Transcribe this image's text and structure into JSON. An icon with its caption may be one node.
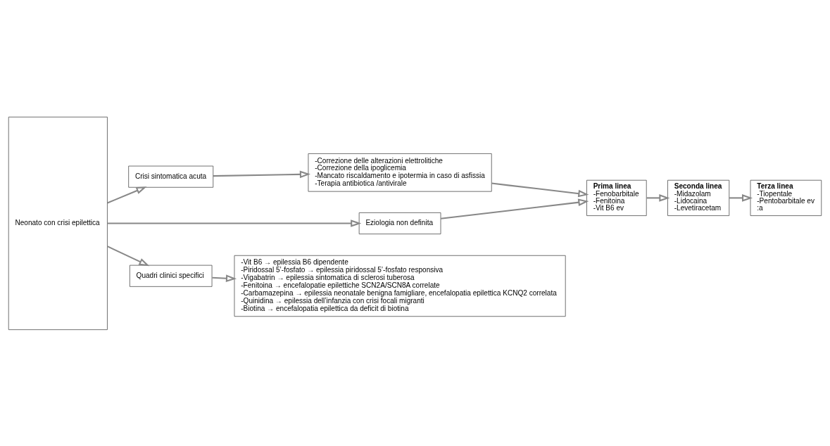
{
  "diagram": {
    "nodes": [
      {
        "text": [
          "Neonato con crisi epilettica"
        ]
      },
      {
        "text": [
          "Crisi sintomatica acuta"
        ]
      },
      {
        "text": [
          "Eziologia non definita"
        ]
      },
      {
        "text": [
          "Quadri clinici specifici"
        ]
      },
      {
        "text": [
          "-Correzione delle alterazioni elettrolitiche",
          "-Correzione della ipoglicemia",
          "-Mancato riscaldamento e ipotermia in caso di asfissia",
          "-Terapia antibiotica /antivirale"
        ]
      },
      {
        "text": [
          "Prima linea",
          "-Fenobarbitale",
          "-Fenitoina",
          "-Vit B6 ev"
        ]
      },
      {
        "text": [
          "Seconda linea",
          "-Midazolam",
          "-Lidocaina",
          "-Levetiracetam"
        ]
      },
      {
        "text": [
          "Terza linea",
          "-Tiopentale",
          "-Pentobarbitale ev",
          ":a"
        ]
      },
      {
        "text": [
          "-Vit B6 → epilessia B6 dipendente",
          "-Piridossal 5’-fosfato → epilessia piridossal 5’-fosfato responsiva",
          "-Vigabatrin → epilessia sintomatica di sclerosi tuberosa",
          "-Fenitoina → encefalopatie epilettiche SCN2A/SCN8A correlate",
          "-Carbamazepina → epilessia neonatale benigna famigliare, encefalopatia epilettica KCNQ2 correlata",
          "-Quinidina → epilessia dell’infanzia con crisi focali migranti",
          "-Biotina → encefalopatia epilettica da deficit di biotina"
        ]
      }
    ],
    "edges": [
      {
        "from": 0,
        "to": 1,
        "arrow": "to"
      },
      {
        "from": 0,
        "to": 2,
        "arrow": "to"
      },
      {
        "from": 0,
        "to": 3,
        "arrow": "to"
      },
      {
        "from": 1,
        "to": 4,
        "arrow": "to"
      },
      {
        "from": 2,
        "to": 5,
        "arrow": "to"
      },
      {
        "from": 3,
        "to": 8,
        "arrow": "to"
      },
      {
        "from": 4,
        "to": 5,
        "arrow": "to"
      },
      {
        "from": 5,
        "to": 6,
        "arrow": "to"
      },
      {
        "from": 6,
        "to": 7,
        "arrow": "to"
      }
    ]
  }
}
